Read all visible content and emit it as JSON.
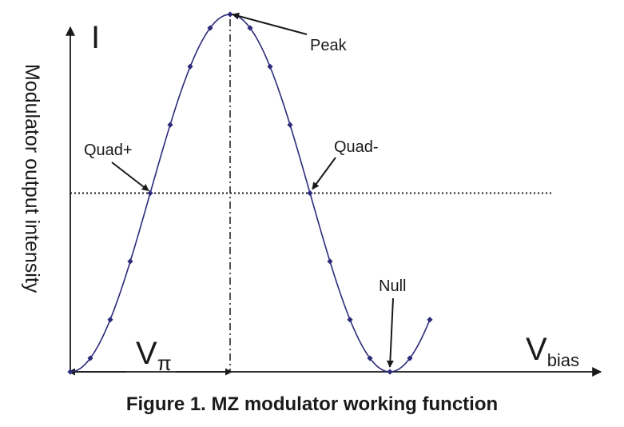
{
  "chart_data": {
    "type": "line",
    "title": "",
    "xlabel": "V",
    "xlabel_sub": "bias",
    "ylabel": "Modulator output intensity",
    "y_axis_symbol": "I",
    "vpi_label": "V",
    "vpi_sub": "π",
    "ylim": [
      0,
      1
    ],
    "xlim": [
      0,
      2.05
    ],
    "grid": false,
    "series": [
      {
        "x": [
          0.0,
          0.125,
          0.25,
          0.375,
          0.5,
          0.625,
          0.75,
          0.875,
          1.0,
          1.125,
          1.25,
          1.375,
          1.5,
          1.625,
          1.75,
          1.875,
          2.0,
          2.125,
          2.25
        ],
        "y": [
          0.0,
          0.038,
          0.146,
          0.309,
          0.5,
          0.691,
          0.854,
          0.962,
          1.0,
          0.962,
          0.854,
          0.691,
          0.5,
          0.309,
          0.146,
          0.038,
          0.0,
          0.038,
          0.146
        ],
        "marker": "diamond",
        "color": "#2b2b7a"
      }
    ],
    "reference_lines": {
      "quadrature_level": 0.5,
      "peak_x": 1.0
    },
    "annotations": [
      {
        "label": "Peak",
        "x": 1.0,
        "y": 1.0
      },
      {
        "label": "Quad+",
        "x": 0.5,
        "y": 0.5
      },
      {
        "label": "Quad-",
        "x": 1.5,
        "y": 0.5
      },
      {
        "label": "Null",
        "x": 2.0,
        "y": 0.0
      }
    ]
  },
  "caption": "Figure 1. MZ modulator working function"
}
